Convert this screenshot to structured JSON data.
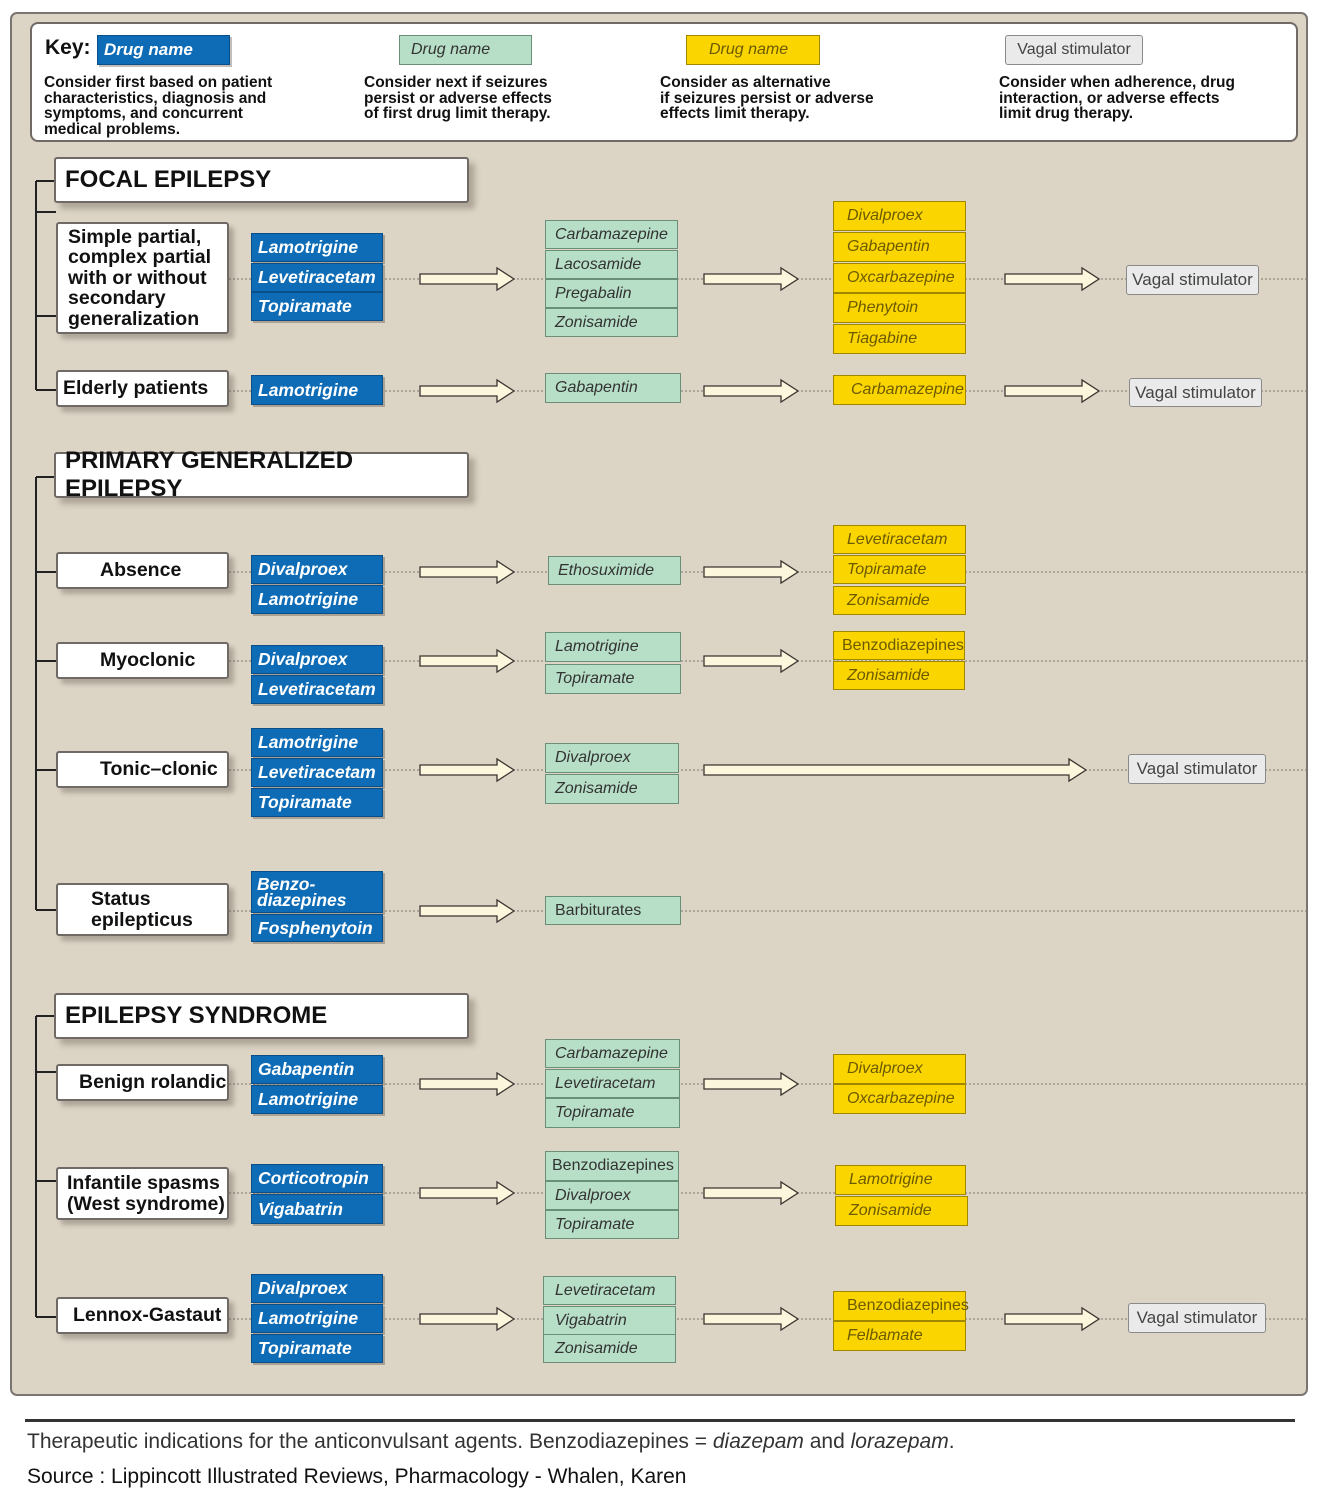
{
  "key": {
    "label": "Key:",
    "items": [
      {
        "box": "Drug name",
        "desc": "Consider first based on patient\ncharacteristics, diagnosis and\nsymptoms,  and concurrent\nmedical problems."
      },
      {
        "box": "Drug name",
        "desc": "Consider next if seizures\npersist or adverse effects\nof first drug limit therapy."
      },
      {
        "box": "Drug name",
        "desc": "Consider as alternative\nif seizures persist or adverse\neffects  limit therapy."
      },
      {
        "box": "Vagal stimulator",
        "desc": "Consider when adherence, drug\ninteraction, or adverse effects\nlimit drug therapy."
      }
    ]
  },
  "sections": {
    "focal": "FOCAL EPILEPSY",
    "primary": "PRIMARY GENERALIZED EPILEPSY",
    "syndrome": "EPILEPSY SYNDROME"
  },
  "rows": [
    {
      "category": "Simple partial,\ncomplex partial\nwith or without\nsecondary\ngeneralization",
      "first": [
        "Lamotrigine",
        "Levetiracetam",
        "Topiramate"
      ],
      "next": [
        "Carbamazepine",
        "Lacosamide",
        "Pregabalin",
        "Zonisamide"
      ],
      "alternative": [
        "Divalproex",
        "Gabapentin",
        "Oxcarbazepine",
        "Phenytoin",
        "Tiagabine"
      ],
      "vagal": "Vagal stimulator"
    },
    {
      "category": "Elderly patients",
      "first": [
        "Lamotrigine"
      ],
      "next": [
        "Gabapentin"
      ],
      "alternative": [
        "Carbamazepine"
      ],
      "vagal": "Vagal stimulator"
    },
    {
      "category": "Absence",
      "first": [
        "Divalproex",
        "Lamotrigine"
      ],
      "next": [
        "Ethosuximide"
      ],
      "alternative": [
        "Levetiracetam",
        "Topiramate",
        "Zonisamide"
      ],
      "vagal": ""
    },
    {
      "category": "Myoclonic",
      "first": [
        "Divalproex",
        "Levetiracetam"
      ],
      "next": [
        "Lamotrigine",
        "Topiramate"
      ],
      "alternative": [
        "Benzodiazepines",
        "Zonisamide"
      ],
      "vagal": ""
    },
    {
      "category": "Tonic–clonic",
      "first": [
        "Lamotrigine",
        "Levetiracetam",
        "Topiramate"
      ],
      "next": [
        "Divalproex",
        "Zonisamide"
      ],
      "alternative": [],
      "vagal": "Vagal stimulator"
    },
    {
      "category": "Status\nepilepticus",
      "first": [
        "Benzo-\ndiazepines",
        "Fosphenytoin"
      ],
      "next": [
        "Barbiturates"
      ],
      "alternative": [],
      "vagal": ""
    },
    {
      "category": "Benign rolandic",
      "first": [
        "Gabapentin",
        "Lamotrigine"
      ],
      "next": [
        "Carbamazepine",
        "Levetiracetam",
        "Topiramate"
      ],
      "alternative": [
        "Divalproex",
        "Oxcarbazepine"
      ],
      "vagal": ""
    },
    {
      "category": "Infantile spasms\n(West syndrome)",
      "first": [
        "Corticotropin",
        "Vigabatrin"
      ],
      "next": [
        "Benzodiazepines",
        "Divalproex",
        "Topiramate"
      ],
      "alternative": [
        "Lamotrigine",
        "Zonisamide"
      ],
      "vagal": ""
    },
    {
      "category": "Lennox-Gastaut",
      "first": [
        "Divalproex",
        "Lamotrigine",
        "Topiramate"
      ],
      "next": [
        "Levetiracetam",
        "Vigabatrin",
        "Zonisamide"
      ],
      "alternative": [
        "Benzodiazepines",
        "Felbamate"
      ],
      "vagal": "Vagal stimulator"
    }
  ],
  "caption": {
    "text_1": "Therapeutic indications for the anticonvulsant agents. Benzodiazepines = ",
    "em_1": "diazepam",
    "text_2": " and ",
    "em_2": "lorazepam",
    "text_3": "."
  },
  "source": "Source : Lippincott Illustrated Reviews, Pharmacology - Whalen, Karen"
}
